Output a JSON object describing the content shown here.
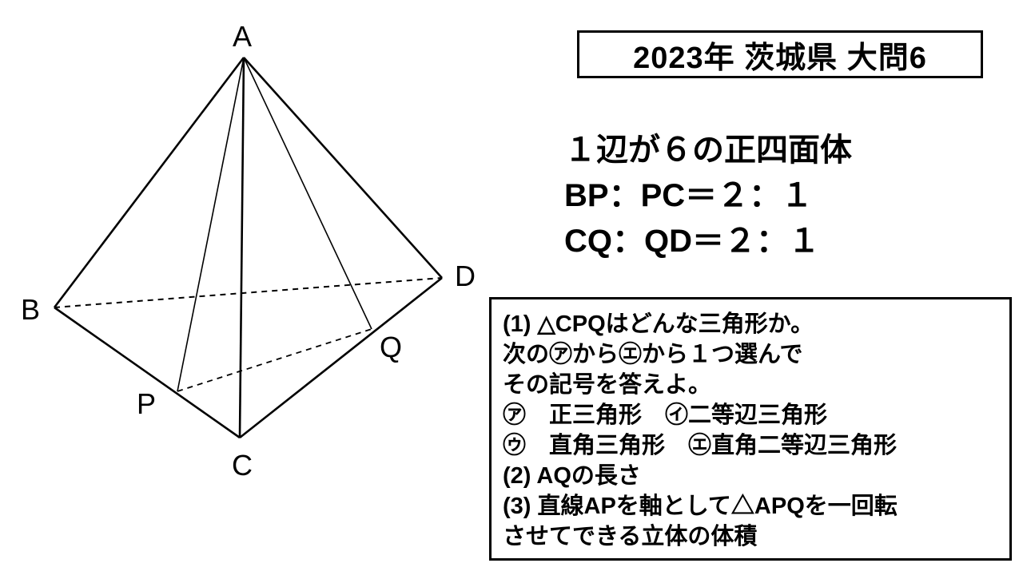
{
  "header": {
    "title": "2023年 茨城県  大問6"
  },
  "given": {
    "line1": "１辺が６の正四面体",
    "line2": "BP：PC＝２：１",
    "line3": "CQ：QD＝２：１"
  },
  "questions": {
    "line1": "(1) △CPQはどんな三角形か。",
    "line2": "次の㋐から㋓から１つ選んで",
    "line3": "その記号を答えよ。",
    "line4": "㋐　正三角形　㋑二等辺三角形",
    "line5": "㋒　直角三角形　㋓直角二等辺三角形",
    "line6": "(2) AQの長さ",
    "line7": "(3) 直線APを軸として△APQを一回転",
    "line8": "させてできる立体の体積"
  },
  "diagram": {
    "labels": {
      "A": "A",
      "B": "B",
      "C": "C",
      "D": "D",
      "P": "P",
      "Q": "Q"
    }
  },
  "colors": {
    "line": "#000000",
    "background": "#ffffff"
  }
}
